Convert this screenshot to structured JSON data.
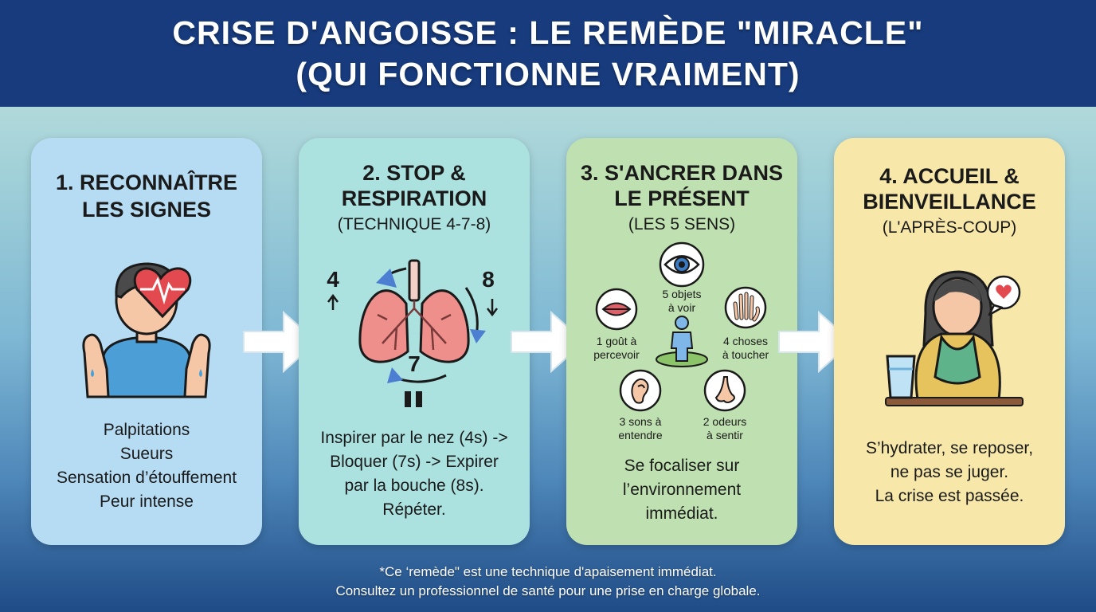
{
  "header": {
    "title_line1": "CRISE D'ANGOISSE : LE REMÈDE \"MIRACLE\"",
    "title_line2": "(QUI FONCTIONNE VRAIMENT)"
  },
  "steps": [
    {
      "title_line1": "1. RECONNAÎTRE",
      "title_line2": "LES SIGNES",
      "body": [
        "Palpitations",
        "Sueurs",
        "Sensation d’étouffement",
        "Peur intense"
      ],
      "icon": "person-heartbeat-icon"
    },
    {
      "title_line1": "2. STOP &",
      "title_line2": "RESPIRATION",
      "subtitle": "(TECHNIQUE 4-7-8)",
      "diagram": {
        "inhale": "4",
        "exhale": "8",
        "hold": "7"
      },
      "body": [
        "Inspirer par le nez (4s) ->",
        "Bloquer (7s) -> Expirer",
        "par la bouche (8s).",
        "Répéter."
      ],
      "icon": "lungs-icon"
    },
    {
      "title_line1": "3. S'ANCRER DANS",
      "title_line2": "LE PRÉSENT",
      "subtitle": "(LES 5 SENS)",
      "senses": {
        "see": [
          "5 objets",
          "à voir"
        ],
        "touch": [
          "4 choses",
          "à toucher"
        ],
        "taste": [
          "1 goût à",
          "percevoir"
        ],
        "hear": [
          "3 sons à",
          "entendre"
        ],
        "smell": [
          "2 odeurs",
          "à sentir"
        ]
      },
      "body": [
        "Se focaliser sur",
        "l’environnement",
        "immédiat."
      ]
    },
    {
      "title_line1": "4. ACCUEIL &",
      "title_line2": "BIENVEILLANCE",
      "subtitle": "(L'APRÈS-COUP)",
      "body": [
        "S’hydrater, se reposer,",
        "ne pas se juger.",
        "La crise est passée."
      ],
      "icon": "person-blanket-icon"
    }
  ],
  "footer": {
    "line1": "*Ce ‘remède\" est une technique d'apaisement immédiat.",
    "line2": "Consultez un professionnel de santé pour une prise en charge globale."
  },
  "colors": {
    "header_bg": "#173b7d",
    "card1": "#b6dcf4",
    "card2": "#abe1df",
    "card3": "#bfe0b0",
    "card4": "#f7e7a9"
  }
}
